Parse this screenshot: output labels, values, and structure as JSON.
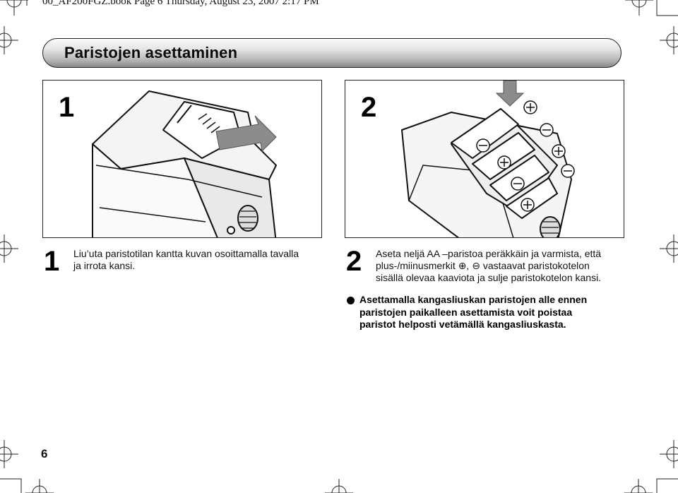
{
  "header": {
    "file_info": "00_AF200FGZ.book  Page 6  Thursday, August 23, 2007  2:17 PM"
  },
  "title_bar": {
    "title": "Paristojen asettaminen"
  },
  "panels": [
    {
      "number": "1"
    },
    {
      "number": "2"
    }
  ],
  "steps": [
    {
      "number": "1",
      "lines": [
        "Liu’uta paristotilan kantta kuvan osoittamalla tavalla",
        "ja irrota kansi."
      ]
    },
    {
      "number": "2",
      "lines": [
        "Aseta neljä AA –paristoa peräkkäin ja varmista, että",
        "plus-/miinusmerkit ⊕, ⊖ vastaavat paristokotelon",
        "sisällä olevaa kaaviota ja sulje paristokotelon kansi."
      ]
    }
  ],
  "note": {
    "lines": [
      "Asettamalla kangasliuskan paristojen alle ennen",
      "paristojen paikalleen asettamista voit poistaa",
      "paristot helposti vetämällä kangasliuskasta."
    ]
  },
  "footer": {
    "page_number": "6"
  }
}
